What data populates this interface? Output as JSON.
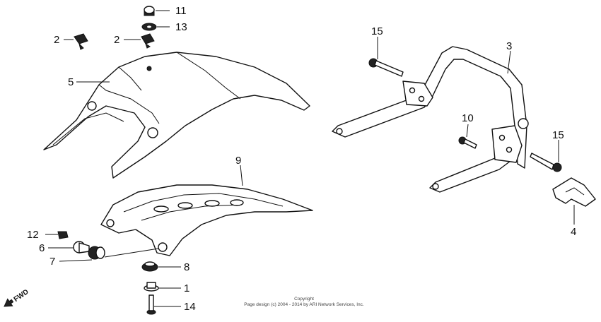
{
  "callouts": {
    "c1": "1",
    "c2a": "2",
    "c2b": "2",
    "c3": "3",
    "c4": "4",
    "c5": "5",
    "c6": "6",
    "c7": "7",
    "c8": "8",
    "c9": "9",
    "c10": "10",
    "c11": "11",
    "c12": "12",
    "c13": "13",
    "c14": "14",
    "c15a": "15",
    "c15b": "15"
  },
  "fwd": "FWD",
  "copyright": {
    "line1": "Copyright",
    "line2": "Page design (c) 2004 - 2014 by ARI Network Services, Inc."
  }
}
